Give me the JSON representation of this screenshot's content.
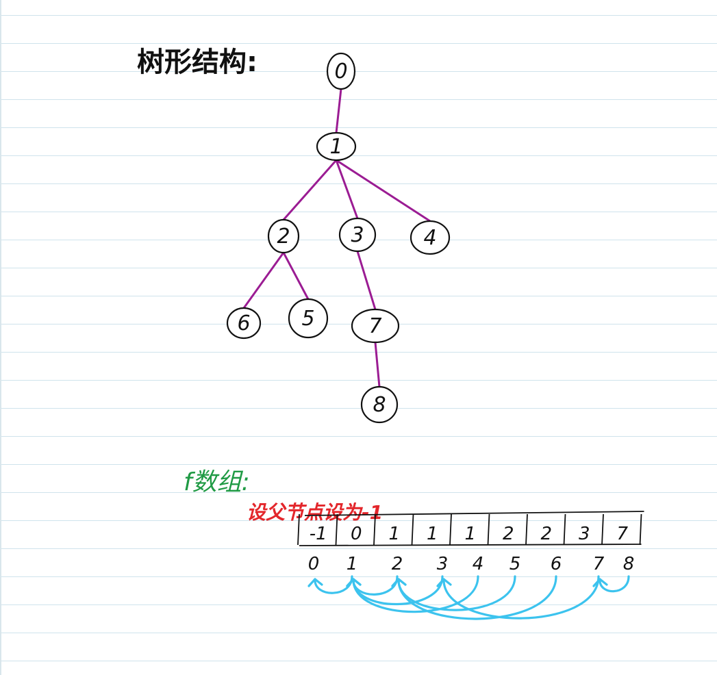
{
  "title": "树形结构:",
  "array_title": "f数组:",
  "root_note": "设父节点设为-1",
  "colors": {
    "ink": "#111111",
    "edge": "#9b1c93",
    "array_title": "#1f9a44",
    "note": "#e3262b",
    "arrow": "#3cc3ee",
    "rule_line": "#cfe3ec"
  },
  "tree": {
    "nodes": [
      {
        "id": "0",
        "label": "0"
      },
      {
        "id": "1",
        "label": "1"
      },
      {
        "id": "2",
        "label": "2"
      },
      {
        "id": "3",
        "label": "3"
      },
      {
        "id": "4",
        "label": "4"
      },
      {
        "id": "6",
        "label": "6"
      },
      {
        "id": "5",
        "label": "5"
      },
      {
        "id": "7",
        "label": "7"
      },
      {
        "id": "8",
        "label": "8"
      }
    ],
    "edges": [
      {
        "from": "0",
        "to": "1"
      },
      {
        "from": "1",
        "to": "2"
      },
      {
        "from": "1",
        "to": "3"
      },
      {
        "from": "1",
        "to": "4"
      },
      {
        "from": "2",
        "to": "6"
      },
      {
        "from": "2",
        "to": "5"
      },
      {
        "from": "3",
        "to": "7"
      },
      {
        "from": "7",
        "to": "8"
      }
    ]
  },
  "array": {
    "values": [
      "-1",
      "0",
      "1",
      "1",
      "1",
      "2",
      "2",
      "3",
      "7"
    ],
    "indices": [
      "0",
      "1",
      "2",
      "3",
      "4",
      "5",
      "6",
      "7",
      "8"
    ]
  }
}
